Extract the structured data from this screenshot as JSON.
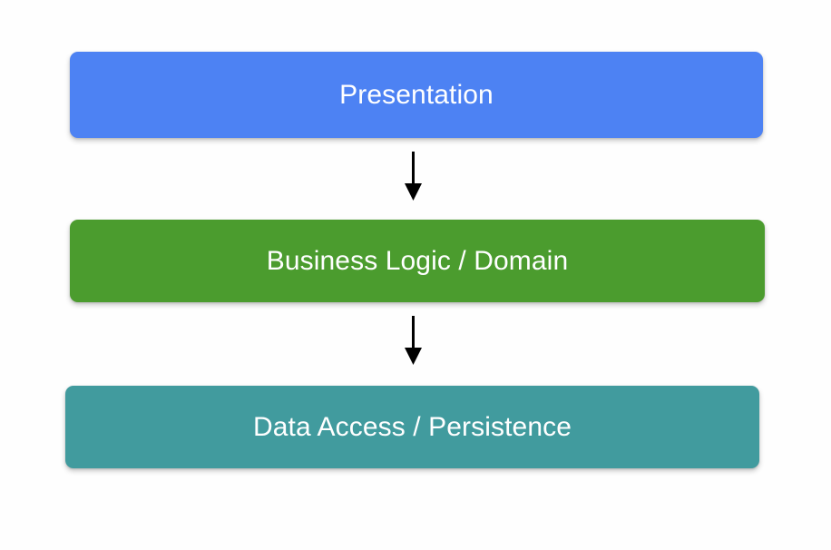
{
  "diagram": {
    "type": "flowchart",
    "orientation": "vertical-top-down",
    "background_color": "#fefefe",
    "title": "",
    "layers": [
      {
        "id": "presentation",
        "label": "Presentation",
        "color": "#4d82f3",
        "text_color": "#ffffff",
        "order": 1
      },
      {
        "id": "business",
        "label": "Business Logic / Domain",
        "color": "#4b9c2e",
        "text_color": "#ffffff",
        "order": 2
      },
      {
        "id": "data",
        "label": "Data Access / Persistence",
        "color": "#419b9e",
        "text_color": "#ffffff",
        "order": 3
      }
    ],
    "connectors": [
      {
        "id": "presentation-to-business",
        "from": "presentation",
        "to": "business",
        "style": "solid-arrow",
        "color": "#000000",
        "icon": "arrow-down-icon"
      },
      {
        "id": "business-to-data",
        "from": "business",
        "to": "data",
        "style": "solid-arrow",
        "color": "#000000",
        "icon": "arrow-down-icon"
      }
    ]
  }
}
